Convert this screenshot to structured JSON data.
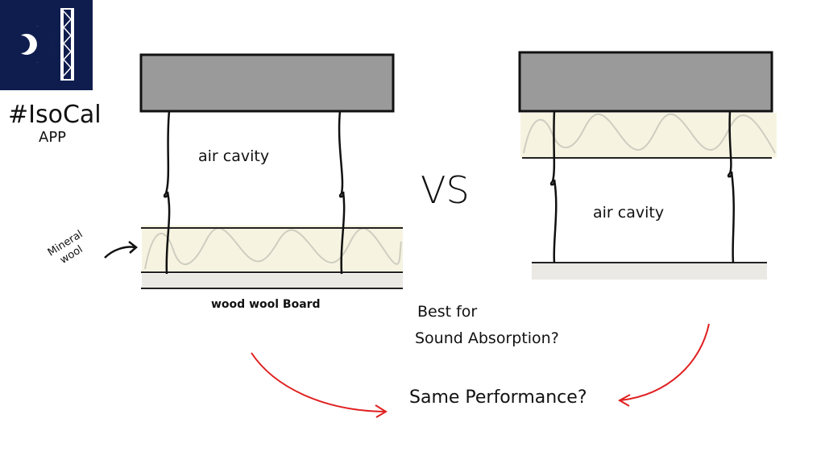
{
  "logo": {
    "hashtag": "#IsoCal",
    "app": "APP",
    "bg_color": "#0f1d4e"
  },
  "left_diagram": {
    "cavity_label": "air cavity",
    "wool_label_line1": "Mineral",
    "wool_label_line2": "wool",
    "board_label": "wood wool Board"
  },
  "vs_label": "VS",
  "right_diagram": {
    "cavity_label": "air cavity"
  },
  "question1_line1": "Best for",
  "question1_line2": "Sound Absorption?",
  "question2": "Same Performance?",
  "colors": {
    "ceiling": "#9a9a9a",
    "wool": "#f6f4e1",
    "board": "#ebe9e4",
    "arrow": "#e02020"
  }
}
